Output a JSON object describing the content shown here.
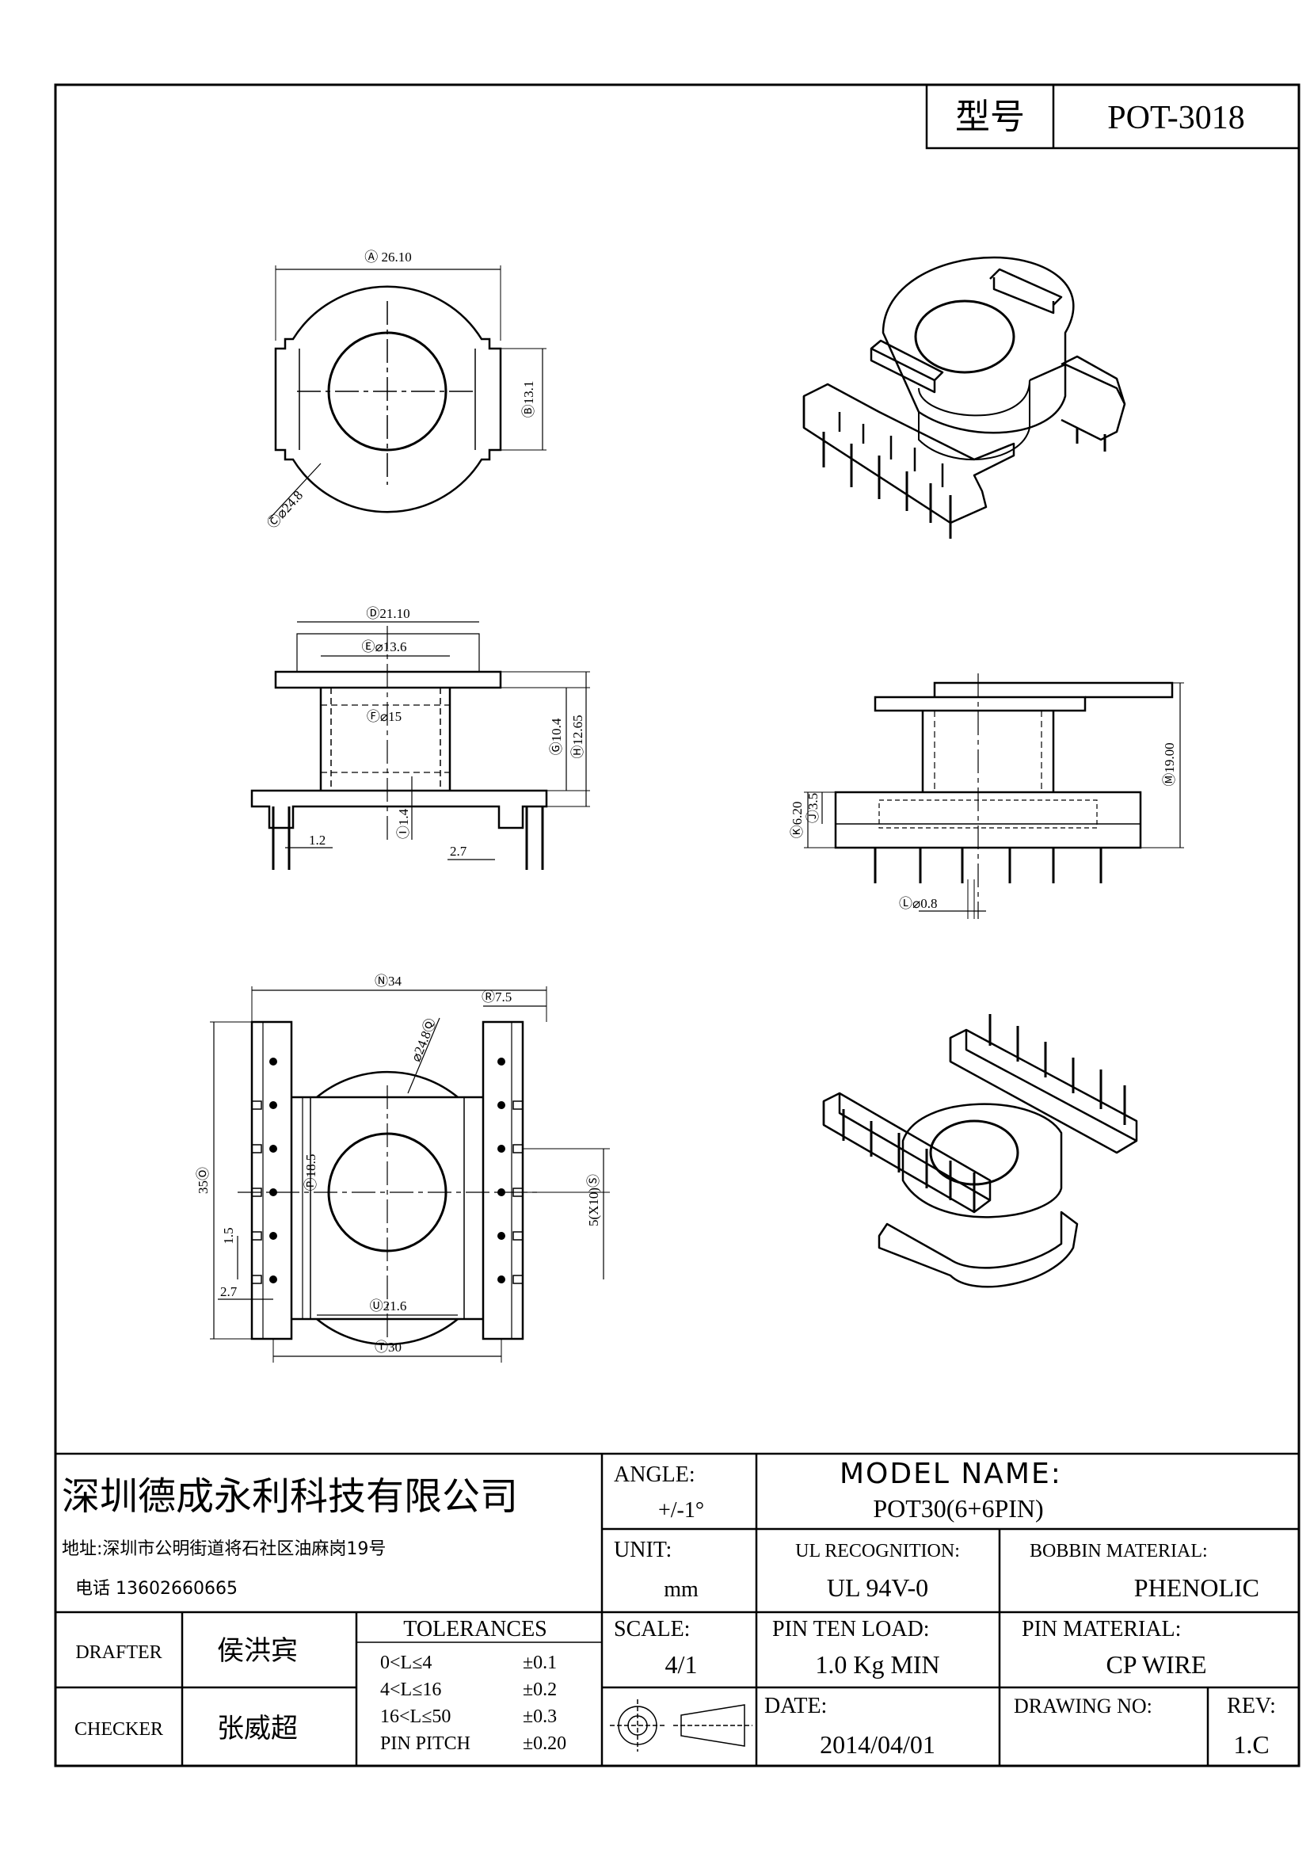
{
  "header": {
    "type_label": "型号",
    "type_value": "POT-3018"
  },
  "views": {
    "top": {
      "A": "Ⓐ 26.10",
      "B": "Ⓑ13.1",
      "C": "Ⓒ⌀24.8"
    },
    "side_front": {
      "D": "Ⓓ21.10",
      "E": "Ⓔ⌀13.6",
      "F": "Ⓕ⌀15",
      "G": "Ⓖ10.4",
      "H": "Ⓗ12.65",
      "I": "Ⓘ1.4",
      "d1": "1.2",
      "d2": "2.7"
    },
    "side_right": {
      "M": "Ⓜ19.00",
      "K": "Ⓚ6.20",
      "J": "Ⓙ3.5",
      "L": "Ⓛ⌀0.8"
    },
    "bottom": {
      "N": "Ⓝ34",
      "Q": "⌀24.8Ⓠ",
      "R": "Ⓡ7.5",
      "O": "35Ⓞ",
      "P": "Ⓟ18.5",
      "S": "5(X10)Ⓢ",
      "d15": "1.5",
      "d27": "2.7",
      "U": "Ⓤ21.6",
      "T": "Ⓣ30"
    }
  },
  "title_block": {
    "company": "深圳德成永利科技有限公司",
    "address": "地址:深圳市公明街道将石社区油麻岗19号",
    "phone": "电话 13602660665",
    "angle_label": "ANGLE:",
    "angle_value": "+/-1°",
    "model_label": "MODEL NAME:",
    "model_value": "POT30(6+6PIN)",
    "unit_label": "UNIT:",
    "unit_value": "mm",
    "ul_label": "UL RECOGNITION:",
    "ul_value": "UL 94V-0",
    "bobbin_label": "BOBBIN MATERIAL:",
    "bobbin_value": "PHENOLIC",
    "drafter_label": "DRAFTER",
    "drafter_value": "侯洪宾",
    "checker_label": "CHECKER",
    "checker_value": "张威超",
    "tolerances_label": "TOLERANCES",
    "tolerances": [
      {
        "range": "0<L≤4",
        "value": "±0.1"
      },
      {
        "range": "4<L≤16",
        "value": "±0.2"
      },
      {
        "range": "16<L≤50",
        "value": "±0.3"
      },
      {
        "range": "PIN PITCH",
        "value": "±0.20"
      }
    ],
    "scale_label": "SCALE:",
    "scale_value": "4/1",
    "pin_load_label": "PIN TEN LOAD:",
    "pin_load_value": "1.0 Kg MIN",
    "pin_material_label": "PIN MATERIAL:",
    "pin_material_value": "CP WIRE",
    "date_label": "DATE:",
    "date_value": "2014/04/01",
    "drawing_no_label": "DRAWING NO:",
    "rev_label": "REV:",
    "rev_value": "1.C"
  }
}
